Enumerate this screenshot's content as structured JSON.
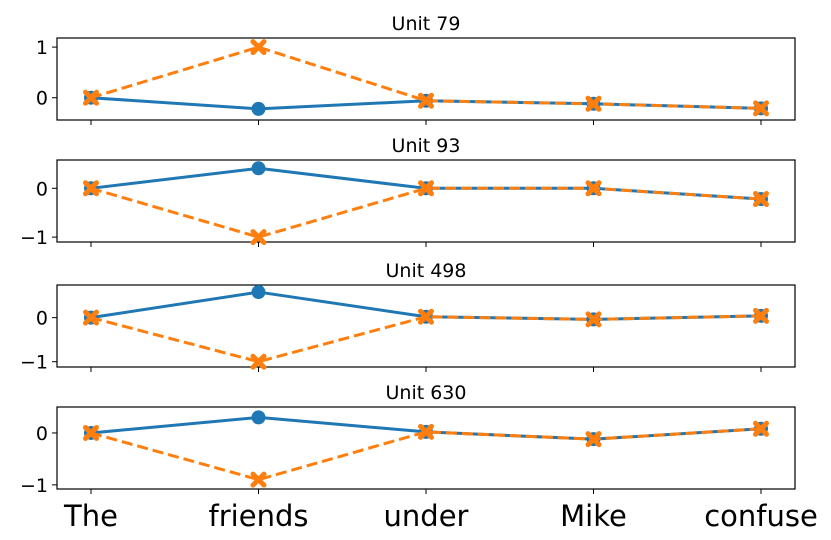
{
  "chart_data": [
    {
      "type": "line",
      "title": "Unit 79",
      "categories": [
        "The",
        "friends",
        "under",
        "Mike",
        "confuse"
      ],
      "ylim": [
        -0.44,
        1.18
      ],
      "yticks": [
        0,
        1
      ],
      "ytick_labels": [
        "0",
        "1"
      ],
      "show_xtick_labels": false,
      "series": [
        {
          "values": [
            0,
            -0.22,
            -0.06,
            -0.12,
            -0.21
          ],
          "color": "#1f77b4",
          "linestyle": "solid",
          "marker": "circle"
        },
        {
          "values": [
            0,
            1,
            -0.06,
            -0.12,
            -0.21
          ],
          "color": "#ff7f0e",
          "linestyle": "dashed",
          "marker": "x"
        }
      ]
    },
    {
      "type": "line",
      "title": "Unit 93",
      "categories": [
        "The",
        "friends",
        "under",
        "Mike",
        "confuse"
      ],
      "ylim": [
        -1.1,
        0.58
      ],
      "yticks": [
        0,
        -1
      ],
      "ytick_labels": [
        "0",
        "−1"
      ],
      "show_xtick_labels": false,
      "series": [
        {
          "values": [
            0,
            0.41,
            0,
            0,
            -0.22
          ],
          "color": "#1f77b4",
          "linestyle": "solid",
          "marker": "circle"
        },
        {
          "values": [
            0,
            -1,
            0,
            0,
            -0.22
          ],
          "color": "#ff7f0e",
          "linestyle": "dashed",
          "marker": "x"
        }
      ]
    },
    {
      "type": "line",
      "title": "Unit 498",
      "categories": [
        "The",
        "friends",
        "under",
        "Mike",
        "confuse"
      ],
      "ylim": [
        -1.12,
        0.74
      ],
      "yticks": [
        0,
        -1
      ],
      "ytick_labels": [
        "0",
        "−1"
      ],
      "show_xtick_labels": false,
      "series": [
        {
          "values": [
            0,
            0.58,
            0.02,
            -0.04,
            0.04
          ],
          "color": "#1f77b4",
          "linestyle": "solid",
          "marker": "circle"
        },
        {
          "values": [
            0,
            -1,
            0.02,
            -0.04,
            0.04
          ],
          "color": "#ff7f0e",
          "linestyle": "dashed",
          "marker": "x"
        }
      ]
    },
    {
      "type": "line",
      "title": "Unit 630",
      "categories": [
        "The",
        "friends",
        "under",
        "Mike",
        "confuse"
      ],
      "ylim": [
        -1.08,
        0.5
      ],
      "yticks": [
        0,
        -1
      ],
      "ytick_labels": [
        "0",
        "−1"
      ],
      "show_xtick_labels": true,
      "series": [
        {
          "values": [
            0,
            0.3,
            0.02,
            -0.12,
            0.08
          ],
          "color": "#1f77b4",
          "linestyle": "solid",
          "marker": "circle"
        },
        {
          "values": [
            0,
            -0.9,
            0.02,
            -0.12,
            0.08
          ],
          "color": "#ff7f0e",
          "linestyle": "dashed",
          "marker": "x"
        }
      ]
    }
  ]
}
